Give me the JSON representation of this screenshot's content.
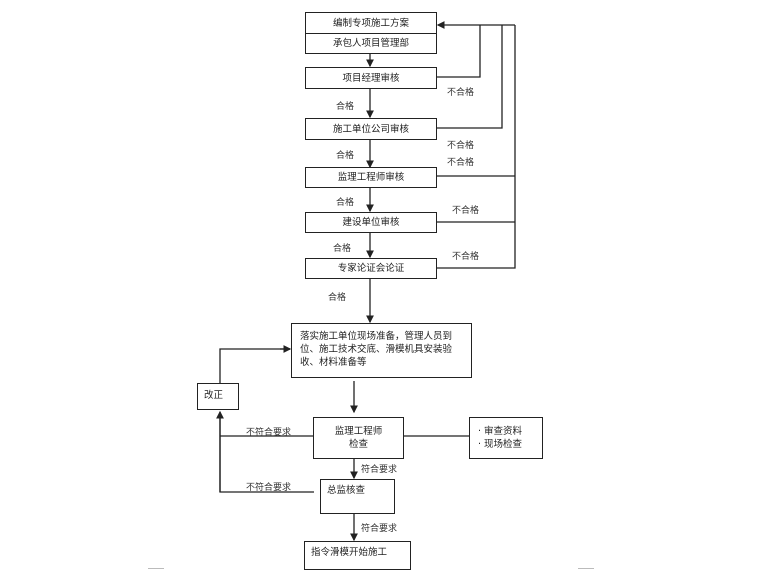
{
  "diagram": {
    "type": "flowchart",
    "nodes": {
      "prepare_plan": "编制专项施工方案",
      "contractor_dept": "承包人项目管理部",
      "pm_review": "项目经理审核",
      "company_review": "施工单位公司审核",
      "supervisor_review": "监理工程师审核",
      "owner_review": "建设单位审核",
      "expert_review": "专家论证会论证",
      "site_prep": "落实施工单位现场准备，管理人员到位、施工技术交底、滑模机具安装验收、材料准备等",
      "rectify": "改正",
      "supervisor_inspect_line1": "监理工程师",
      "supervisor_inspect_line2": "检查",
      "inspect_items": [
        "· 审查资料",
        "· 现场检查"
      ],
      "chief_inspect": "总监核查",
      "start_order": "指令滑模开始施工"
    },
    "labels": {
      "pass": "合格",
      "fail": "不合格",
      "meets": "符合要求",
      "not_meets": "不符合要求"
    }
  }
}
